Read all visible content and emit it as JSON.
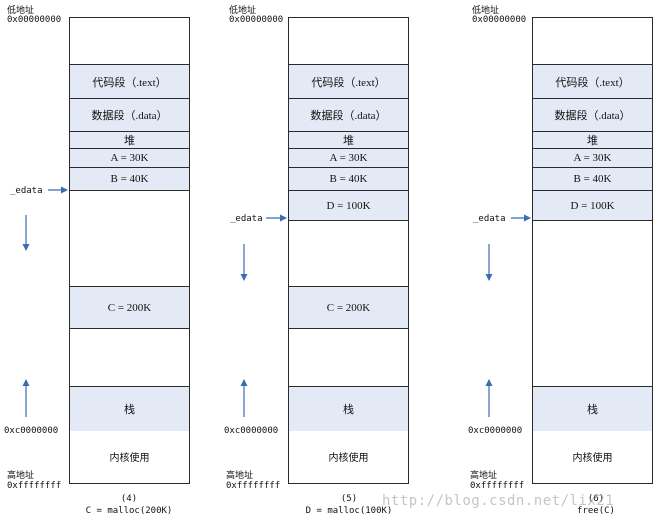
{
  "labels": {
    "low_addr": "低地址",
    "low_hex": "0x00000000",
    "high_addr": "高地址",
    "high_hex": "0xffffffff",
    "kernel_addr": "0xc0000000",
    "edata": "_edata",
    "kernel": "内核使用"
  },
  "segments": {
    "text": "代码段（.text）",
    "data": "数据段（.data）",
    "heap": "堆",
    "a": "A = 30K",
    "b": "B = 40K",
    "c": "C = 200K",
    "d": "D = 100K",
    "stack": "栈"
  },
  "captions": [
    {
      "num": "(4)",
      "code": "C = malloc(200K)"
    },
    {
      "num": "(5)",
      "code": "D = malloc(100K)"
    },
    {
      "num": "(6)",
      "code": "free(C)"
    }
  ],
  "watermark": "http://blog.csdn.net/lix21",
  "colors": {
    "segment_fill": "#e4eaf5",
    "arrow": "#3a6db3",
    "border": "#2b2b2b"
  }
}
